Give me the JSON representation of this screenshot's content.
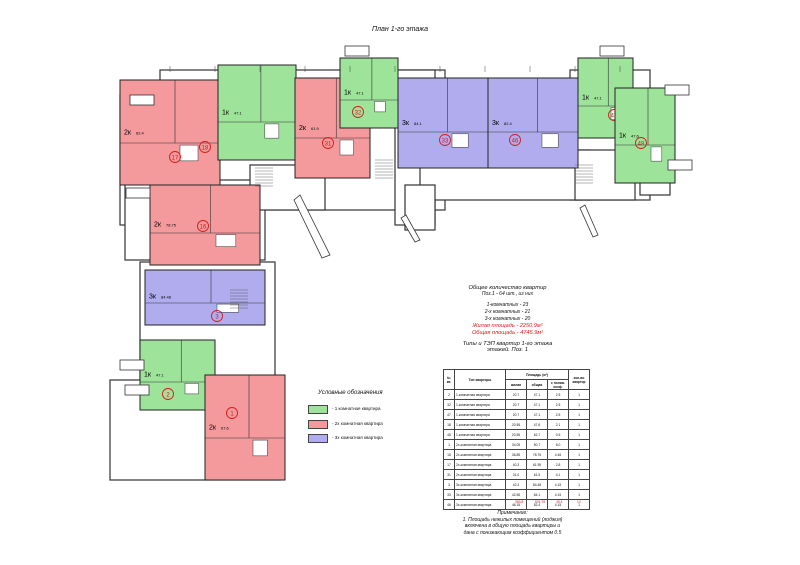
{
  "title": "План 1-го этажа",
  "colors": {
    "one_room": "#9ee39a",
    "two_room": "#f4999c",
    "three_room": "#b1acee",
    "wall": "#222222",
    "number_badge": "#d41c1c"
  },
  "apartments": [
    {
      "no": "17",
      "rooms": 2,
      "label": "2к",
      "area": "62.4"
    },
    {
      "no": "18",
      "rooms": 1,
      "label": "1к",
      "area": "47.1"
    },
    {
      "no": "31",
      "rooms": 2,
      "label": "2к",
      "area": "61.9"
    },
    {
      "no": "32",
      "rooms": 1,
      "label": "1к",
      "area": "47.1"
    },
    {
      "no": "33",
      "rooms": 3,
      "label": "3к",
      "area": "84.1"
    },
    {
      "no": "46",
      "rooms": 3,
      "label": "3к",
      "area": "82.4"
    },
    {
      "no": "47",
      "rooms": 1,
      "label": "1к",
      "area": "47.1"
    },
    {
      "no": "48",
      "rooms": 1,
      "label": "1к",
      "area": "47.6"
    },
    {
      "no": "16",
      "rooms": 2,
      "label": "2к",
      "area": "78.75"
    },
    {
      "no": "3",
      "rooms": 3,
      "label": "3к",
      "area": "84.48"
    },
    {
      "no": "2",
      "rooms": 1,
      "label": "1к",
      "area": "47.1"
    },
    {
      "no": "1",
      "rooms": 2,
      "label": "2к",
      "area": "67.6"
    }
  ],
  "legend": {
    "title": "Условные обозначения",
    "items": [
      {
        "key": "one_room",
        "label": "- 1 комнатная квартира"
      },
      {
        "key": "two_room",
        "label": "- 2х комнатная квартира"
      },
      {
        "key": "three_room",
        "label": "- 3х комнатная квартира"
      }
    ]
  },
  "summary": {
    "heading": "Общее количество квартир",
    "pos": "Поз.1 - 64 шт., из них",
    "one_room": "1-комнатных - 23",
    "two_room": "2-х комнатных - 21",
    "three_room": "3-х комнатных - 20",
    "living_area": "Жилая площадь - 2250.9м²",
    "total_area": "Общая площадь - 4745.9м²"
  },
  "table": {
    "title": "Типы и ТЭП квартир 1-го этажа",
    "subtitle": "этажей. Поз. 1",
    "headers": [
      "№ кв.",
      "Тип квартиры",
      "жилая",
      "общая",
      "с пониж. коэф.",
      "кол-во квартир"
    ],
    "area_header": "Площадь (м²)",
    "rows": [
      [
        "2",
        "1-комнатная квартира",
        "20.7",
        "47.1",
        "2.5",
        "1"
      ],
      [
        "32",
        "1-комнатная квартира",
        "20.7",
        "47.1",
        "2.5",
        "1"
      ],
      [
        "47",
        "1-комнатная квартира",
        "20.7",
        "47.1",
        "2.5",
        "1"
      ],
      [
        "18",
        "1-комнатная квартира",
        "20.55",
        "47.6",
        "2.1",
        "1"
      ],
      [
        "48",
        "1-комнатная квартира",
        "20.55",
        "62.7",
        "0.5",
        "1"
      ],
      [
        "1",
        "2х-комнатная квартира",
        "34.05",
        "50.7",
        "6.0",
        "1"
      ],
      [
        "16",
        "2х-комнатная квартира",
        "36.85",
        "78.75",
        "4.46",
        "1"
      ],
      [
        "17",
        "2х-комнатная квартира",
        "40.3",
        "61.95",
        "2.8",
        "1"
      ],
      [
        "31",
        "2х-комнатная квартира",
        "31.0",
        "61.9",
        "4.1",
        "1"
      ],
      [
        "3",
        "3х-комнатная квартира",
        "42.3",
        "84.48",
        "4.15",
        "1"
      ],
      [
        "33",
        "3х-комнатная квартира",
        "42.55",
        "84.1",
        "4.15",
        "1"
      ],
      [
        "46",
        "3х-комнатная квартира",
        "46.15",
        "82.4",
        "4.15",
        "1"
      ]
    ],
    "totals": [
      "363.8",
      "801.75",
      "49.4",
      "12"
    ]
  },
  "notes": {
    "heading": "Примечание:",
    "line1": "1. Площадь нежилых помещений (лоджия)",
    "line2": "включена в общую площадь квартиры и",
    "line3": "дана с понижающим коэффициентом 0.5"
  }
}
